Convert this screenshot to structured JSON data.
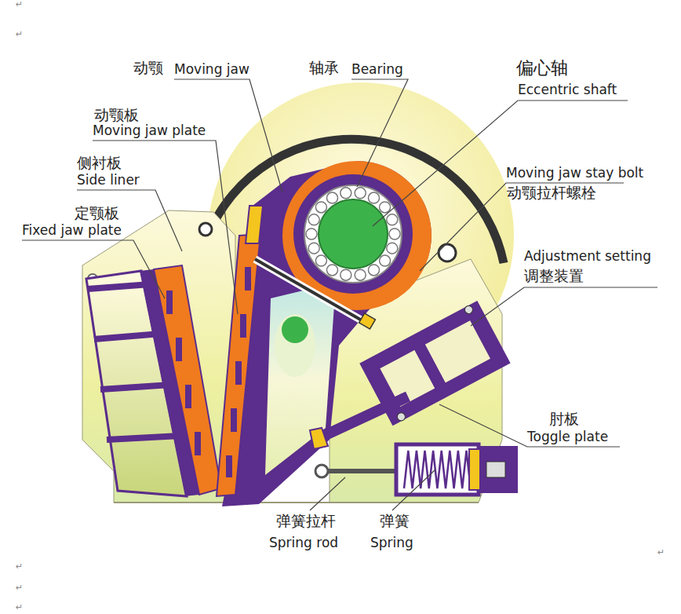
{
  "diagram": {
    "labels": [
      "动颚",
      "Moving jaw",
      "轴承",
      "Bearing",
      "偏心轴",
      "Eccentric shaft",
      "动颚板",
      "Moving jaw plate",
      "侧衬板",
      "Side liner",
      "定颚板",
      "Fixed jaw plate",
      "Moving jaw stay bolt",
      "动颚拉杆螺栓",
      "Adjustment setting",
      "调整装置",
      "肘板",
      "Toggle plate",
      "弹簧拉杆",
      "Spring rod",
      "弹簧",
      "Spring",
      "↵",
      "↵",
      "↵",
      "↵",
      "↵",
      "↵"
    ]
  }
}
